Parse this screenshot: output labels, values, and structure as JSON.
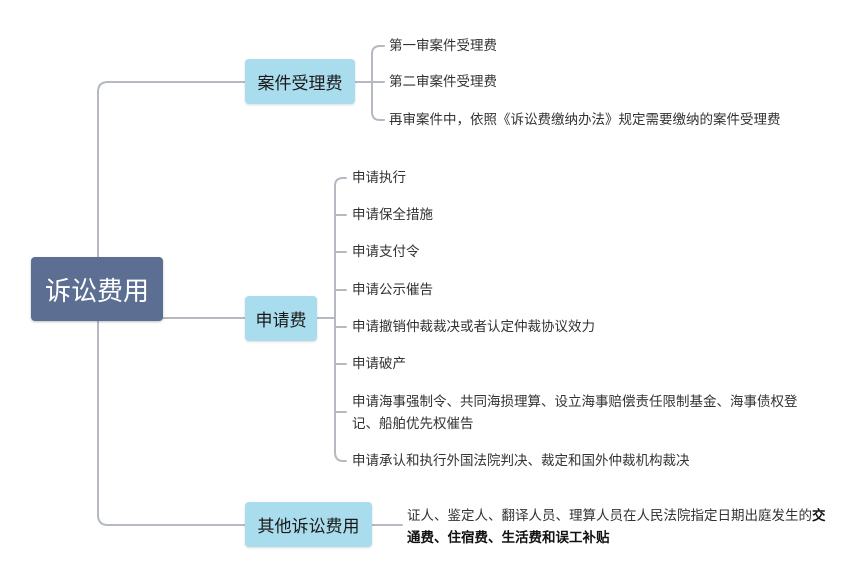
{
  "root": {
    "label": "诉讼费用"
  },
  "branches": {
    "case_fee": {
      "label": "案件受理费",
      "items": [
        "第一审案件受理费",
        "第二审案件受理费",
        "再审案件中，依照《诉讼费缴纳办法》规定需要缴纳的案件受理费"
      ]
    },
    "application_fee": {
      "label": "申请费",
      "items": [
        "申请执行",
        "申请保全措施",
        "申请支付令",
        "申请公示催告",
        "申请撤销仲裁裁决或者认定仲裁协议效力",
        "申请破产",
        "申请海事强制令、共同海损理算、设立海事赔偿责任限制基金、海事债权登记、船舶优先权催告",
        "申请承认和执行外国法院判决、裁定和国外仲裁机构裁决"
      ]
    },
    "other_fee": {
      "label": "其他诉讼费用",
      "text_plain": "证人、鉴定人、翻译人员、理算人员在人民法院指定日期出庭发生的",
      "text_bold": "交通费、住宿费、生活费和误工补贴"
    }
  },
  "colors": {
    "root_fill": "#5c6f93",
    "branch_fill": "#a9dcec",
    "connector": "#b5bac2",
    "text": "#333333"
  }
}
